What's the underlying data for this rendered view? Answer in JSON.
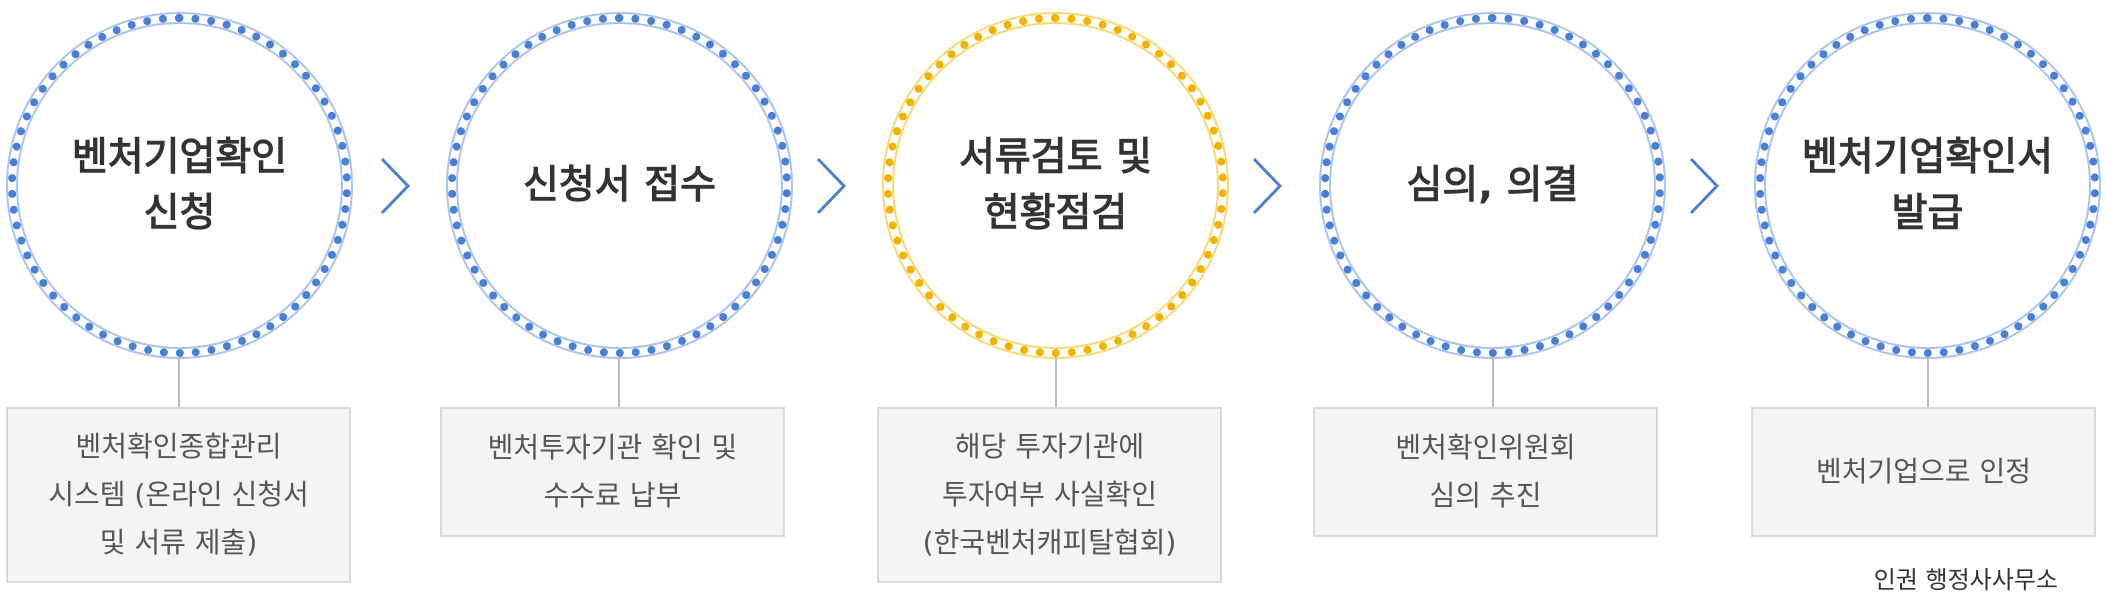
{
  "steps": [
    {
      "title": "벤처기업확인\n신청",
      "description": "벤처확인종합관리\n시스템 (온라인 신청서\n및 서류 제출)",
      "highlight": false
    },
    {
      "title": "신청서 접수",
      "description": "벤처투자기관 확인 및\n수수료 납부",
      "highlight": false
    },
    {
      "title": "서류검토 및\n현황점검",
      "description": "해당 투자기관에\n투자여부 사실확인\n(한국벤처캐피탈협회)",
      "highlight": true
    },
    {
      "title": "심의, 의결",
      "description": "벤처확인위원회\n심의 추진",
      "highlight": false
    },
    {
      "title": "벤처기업확인서\n발급",
      "description": "벤처기업으로 인정",
      "highlight": false
    }
  ],
  "footer": "인권 행정사사무소",
  "colors": {
    "circle_blue": "#4a7fd6",
    "circle_yellow": "#f0b400",
    "arrow": "#4a7fd6",
    "box_bg": "#f4f4f4"
  },
  "icons": {
    "arrow": "chevron-right-icon"
  }
}
